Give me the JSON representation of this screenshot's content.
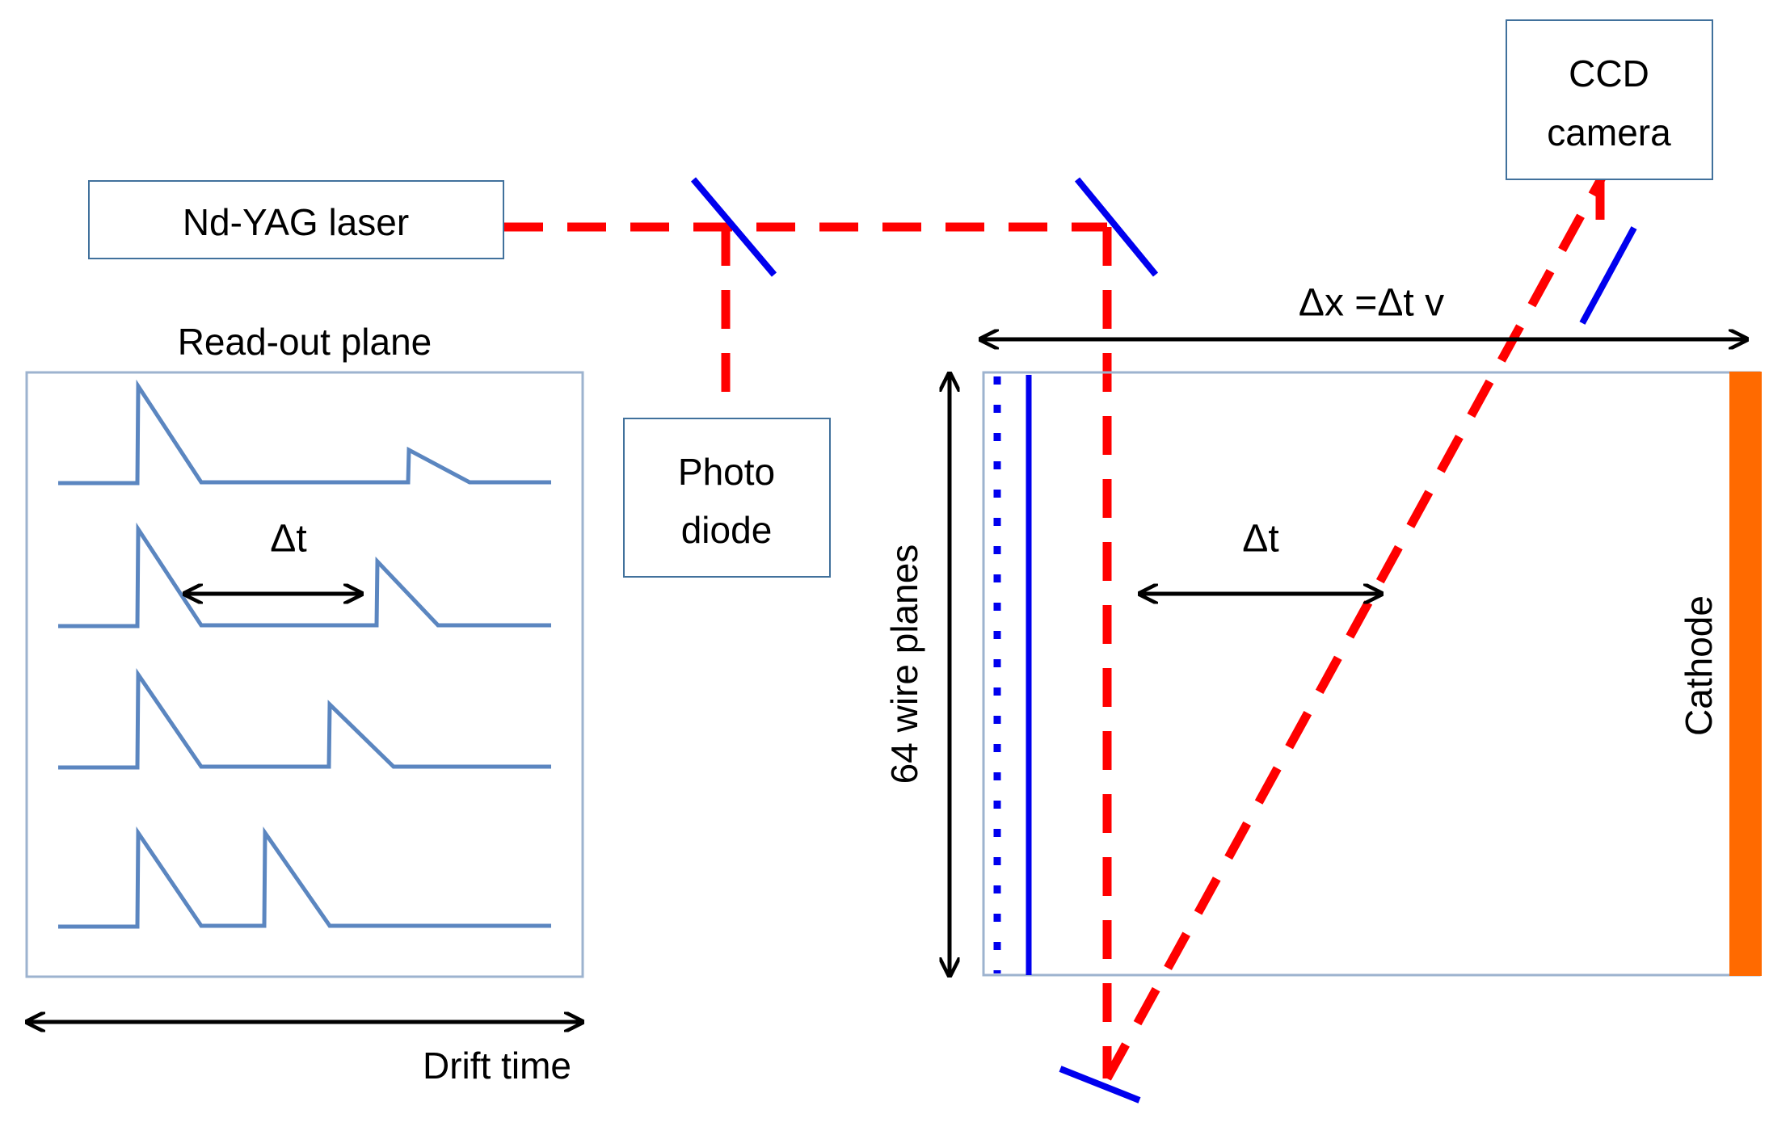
{
  "labels": {
    "laser": "Nd-YAG laser",
    "photodiode_line1": "Photo",
    "photodiode_line2": "diode",
    "ccd_line1": "CCD",
    "ccd_line2": "camera",
    "readout_plane": "Read-out plane",
    "drift_time": "Drift time",
    "delta_t_signal": "Δt",
    "delta_t_chamber": "Δt",
    "delta_x": "Δx =Δt v",
    "wire_planes": "64 wire planes",
    "cathode": "Cathode"
  },
  "colors": {
    "laser_beam": "#ff0000",
    "mirror": "#0000ee",
    "wire_plane": "#0000ee",
    "cathode": "#ff6a00",
    "box_border": "#41719c",
    "signal": "#5b86c0",
    "arrow": "#000000"
  }
}
